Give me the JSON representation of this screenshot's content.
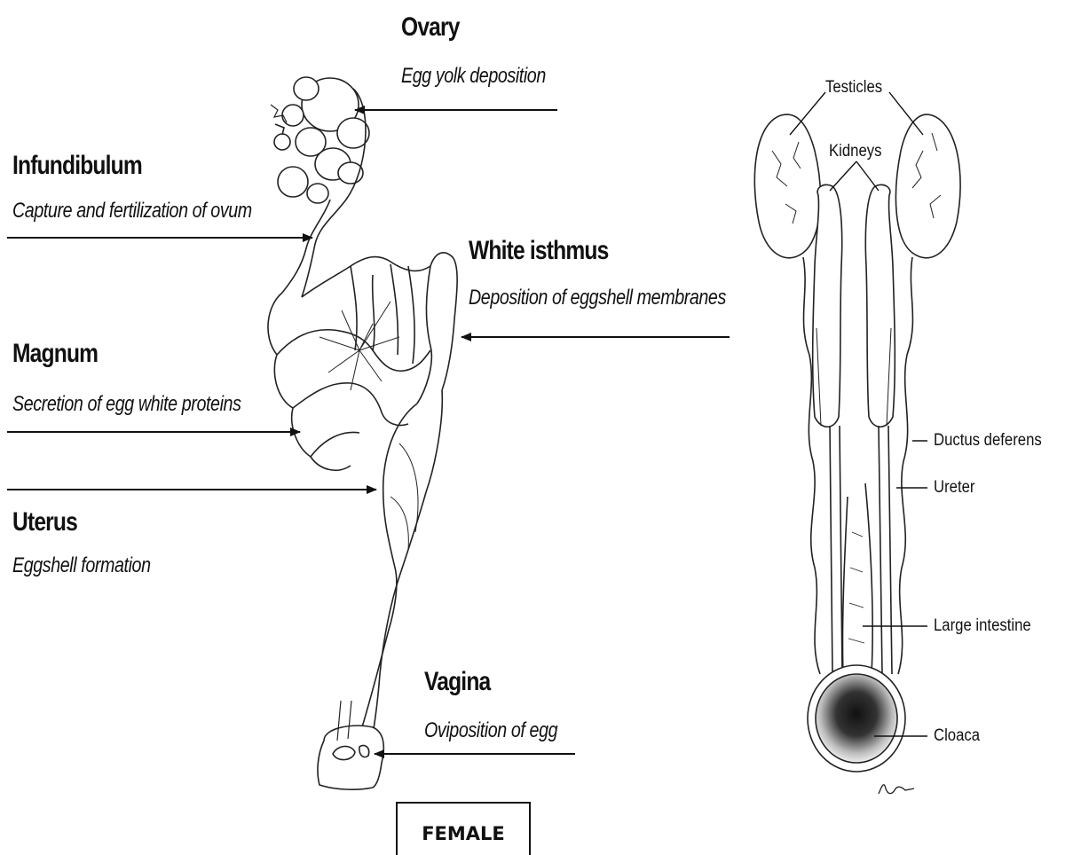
{
  "female": {
    "labels": [
      {
        "key": "ovary",
        "title": "Ovary",
        "desc": "Egg yolk deposition"
      },
      {
        "key": "infundibulum",
        "title": "Infundibulum",
        "desc": "Capture and fertilization of ovum"
      },
      {
        "key": "white_isthmus",
        "title": "White isthmus",
        "desc": "Deposition of eggshell membranes"
      },
      {
        "key": "magnum",
        "title": "Magnum",
        "desc": "Secretion of egg white proteins"
      },
      {
        "key": "uterus",
        "title": "Uterus",
        "desc": "Eggshell formation"
      },
      {
        "key": "vagina",
        "title": "Vagina",
        "desc": "Oviposition of egg"
      }
    ],
    "caption": "FEMALE"
  },
  "male": {
    "labels": {
      "testicles": "Testicles",
      "kidneys": "Kidneys",
      "ductus_deferens": "Ductus deferens",
      "ureter": "Ureter",
      "large_intestine": "Large intestine",
      "cloaca": "Cloaca"
    },
    "signature": "KB"
  }
}
